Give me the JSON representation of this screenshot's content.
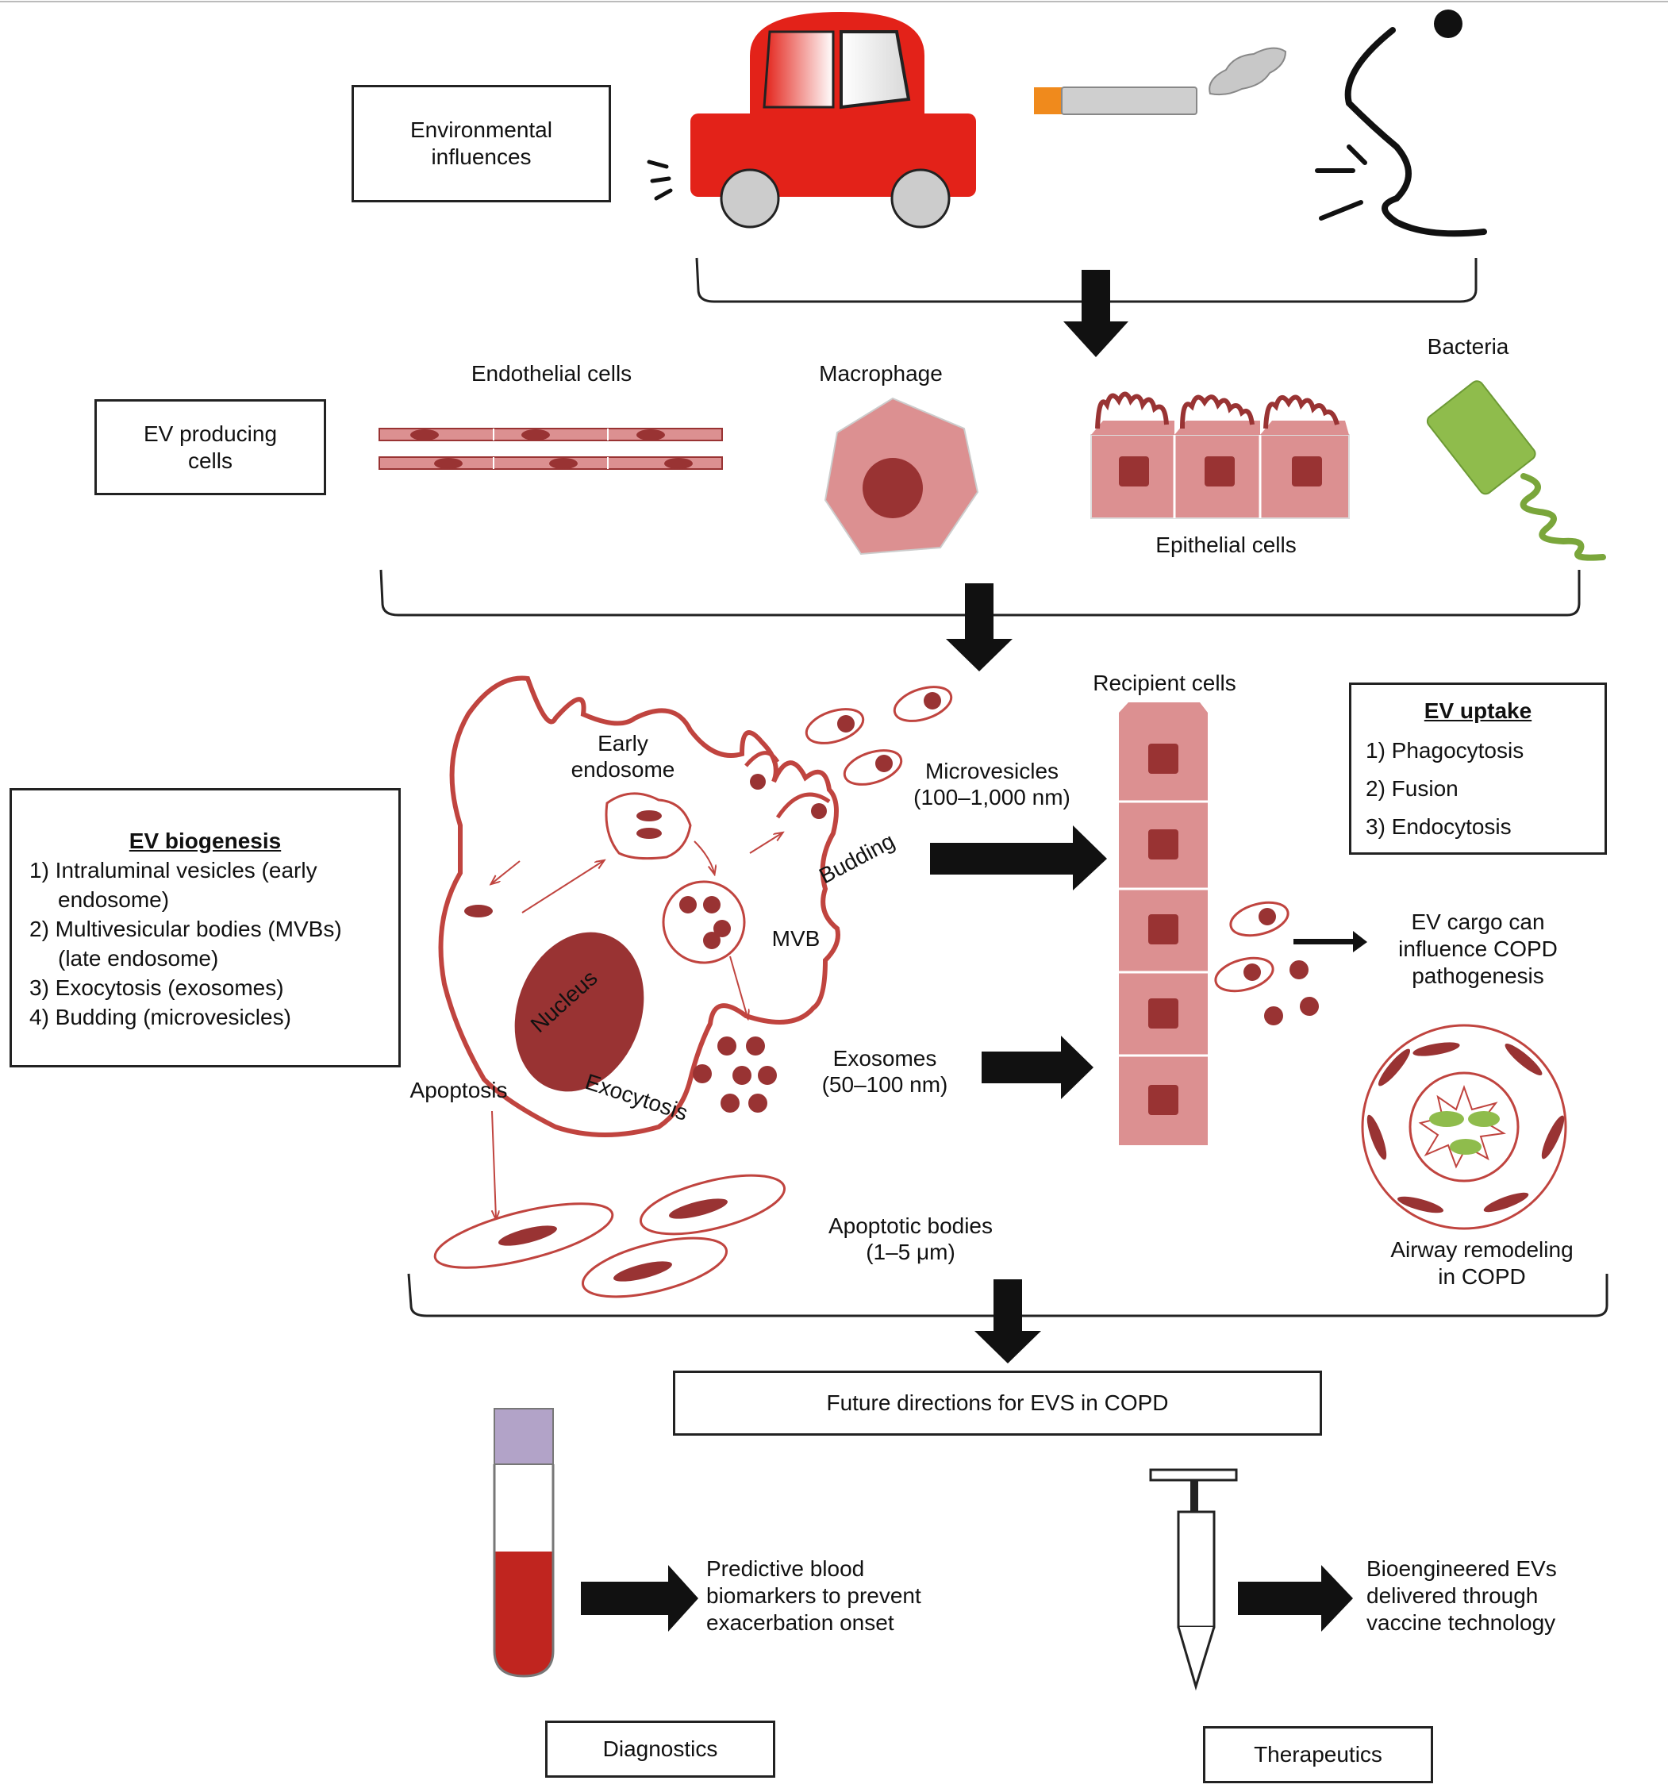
{
  "environmental": {
    "label_line1": "Environmental",
    "label_line2": "influences"
  },
  "ev_producing": {
    "label_line1": "EV producing",
    "label_line2": "cells"
  },
  "cells": {
    "endothelial": "Endothelial cells",
    "macrophage": "Macrophage",
    "bacteria": "Bacteria",
    "epithelial": "Epithelial cells"
  },
  "biogenesis": {
    "title": "EV biogenesis",
    "items": [
      "1) Intraluminal vesicles (early",
      "endosome)",
      "2) Multivesicular bodies (MVBs)",
      "(late endosome)",
      "3) Exocytosis (exosomes)",
      "4) Budding (microvesicles)"
    ]
  },
  "cell_diagram": {
    "early_endosome_1": "Early",
    "early_endosome_2": "endosome",
    "mvb": "MVB",
    "budding": "Budding",
    "nucleus": "Nucleus",
    "exocytosis": "Exocytosis",
    "apoptosis": "Apoptosis"
  },
  "vesicles": {
    "microvesicles_1": "Microvesicles",
    "microvesicles_2": "(100–1,000 nm)",
    "exosomes_1": "Exosomes",
    "exosomes_2": "(50–100 nm)",
    "apoptotic_1": "Apoptotic bodies",
    "apoptotic_2": "(1–5 μm)"
  },
  "recipient": {
    "label": "Recipient cells"
  },
  "uptake": {
    "title": "EV uptake",
    "items": [
      "1) Phagocytosis",
      "2) Fusion",
      "3) Endocytosis"
    ]
  },
  "cargo": {
    "line1": "EV cargo can",
    "line2": "influence COPD",
    "line3": "pathogenesis"
  },
  "airway": {
    "line1": "Airway remodeling",
    "line2": "in COPD"
  },
  "future": {
    "label": "Future directions for EVS in COPD"
  },
  "diagnostics": {
    "text_1": "Predictive blood",
    "text_2": "biomarkers to prevent",
    "text_3": "exacerbation onset",
    "label": "Diagnostics"
  },
  "therapeutics": {
    "text_1": "Bioengineered EVs",
    "text_2": "delivered through",
    "text_3": "vaccine technology",
    "label": "Therapeutics"
  },
  "colors": {
    "car": "#e32219",
    "cell_pink": "#dc9091",
    "cell_dark": "#993333",
    "outline_red": "#c0443f",
    "bacteria_green": "#8fbc4c",
    "blood_red": "#c0251f",
    "cap_purple": "#b2a3c8",
    "cigarette_filter": "#f08a1c"
  }
}
